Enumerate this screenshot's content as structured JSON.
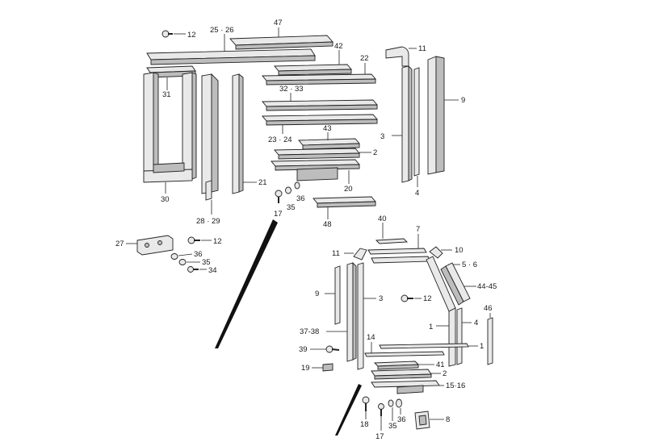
{
  "diagram": {
    "labels": {
      "p47": "47",
      "p25_26": "25 · 26",
      "p12a": "12",
      "p42": "42",
      "p11a": "11",
      "p22": "22",
      "p9a": "9",
      "p31": "31",
      "p32_33": "32 · 33",
      "p3a": "3",
      "p23_24": "23 · 24",
      "p43": "43",
      "p2a": "2",
      "p21": "21",
      "p20": "20",
      "p4a": "4",
      "p36a": "36",
      "p30": "30",
      "p35a": "35",
      "p17a": "17",
      "p28_29": "28 · 29",
      "p48": "48",
      "p27": "27",
      "p12b": "12",
      "p36b": "36",
      "p35b": "35",
      "p34": "34",
      "p40": "40",
      "p7": "7",
      "p11b": "11",
      "p10": "10",
      "p5_6": "5 · 6",
      "p44_45": "44-45",
      "p9b": "9",
      "p3b": "3",
      "p12c": "12",
      "p46": "46",
      "p1a": "1",
      "p4b": "4",
      "p37_38": "37-38",
      "p14": "14",
      "p1b": "1",
      "p39": "39",
      "p41": "41",
      "p19": "19",
      "p2b": "2",
      "p15_16": "15·16",
      "p36c": "36",
      "p35c": "35",
      "p17b": "17",
      "p18": "18",
      "p8": "8"
    }
  }
}
